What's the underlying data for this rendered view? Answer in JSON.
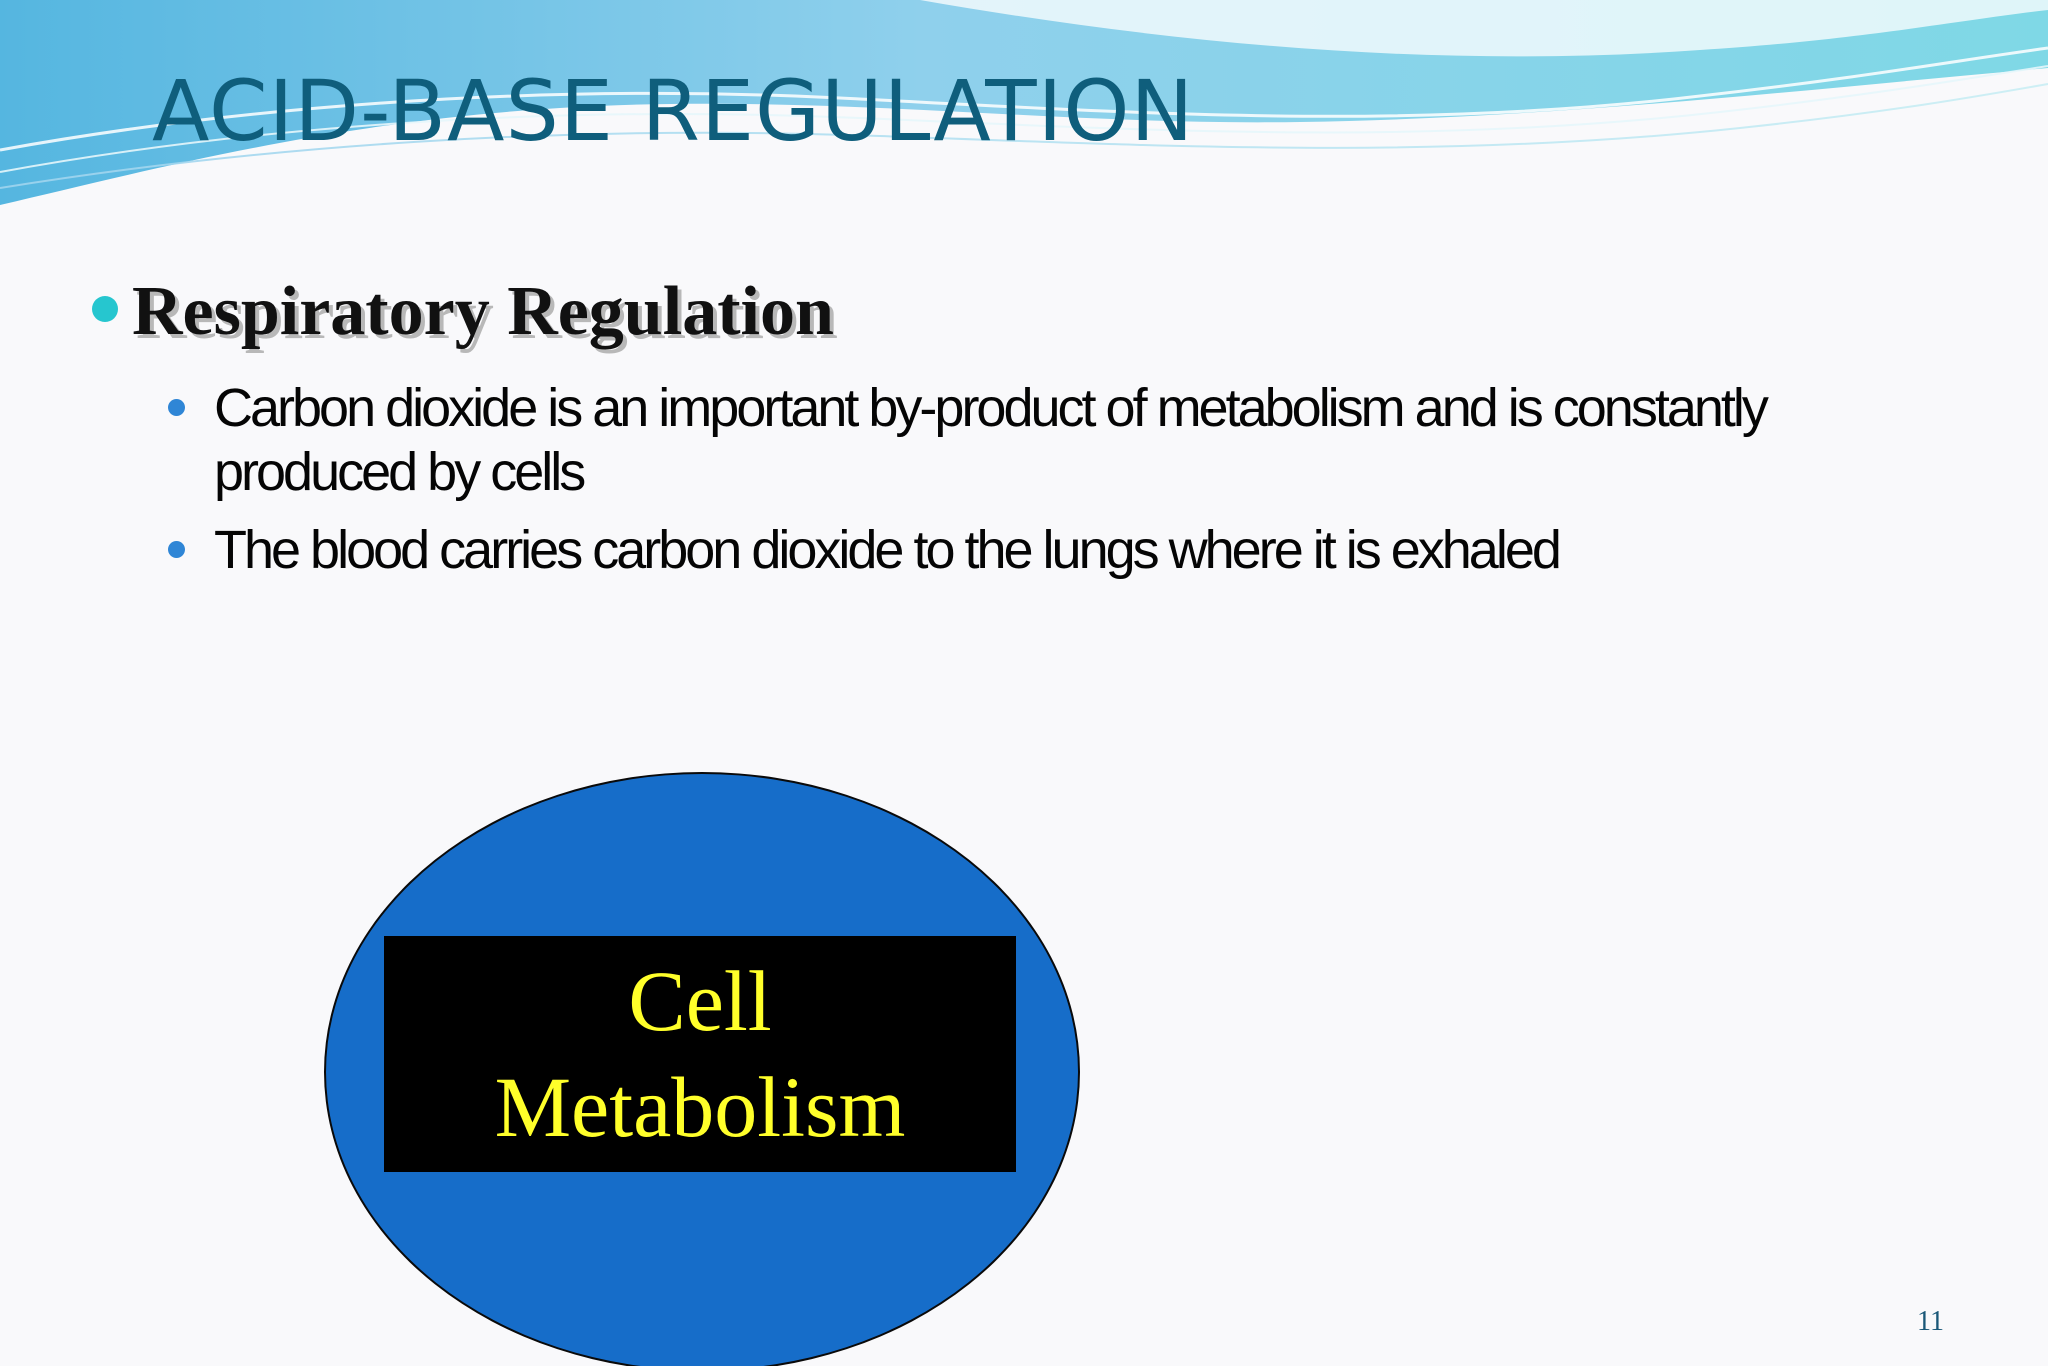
{
  "slide": {
    "title": "ACID-BASE REGULATION",
    "heading": "Respiratory Regulation",
    "bullets": [
      "Carbon dioxide is an important by-product of metabolism and is constantly produced by cells",
      "The blood carries carbon dioxide to the lungs where it is exhaled"
    ],
    "diagram": {
      "box_line1": "Cell",
      "box_line2": "Metabolism"
    },
    "page_number": "11"
  },
  "colors": {
    "title": "#0f5e7c",
    "heading_bullet": "#26c6cf",
    "sub_bullet": "#2f86d6",
    "ellipse_fill": "#166dc9",
    "box_fill": "#000000",
    "box_text": "#ffff2a"
  }
}
